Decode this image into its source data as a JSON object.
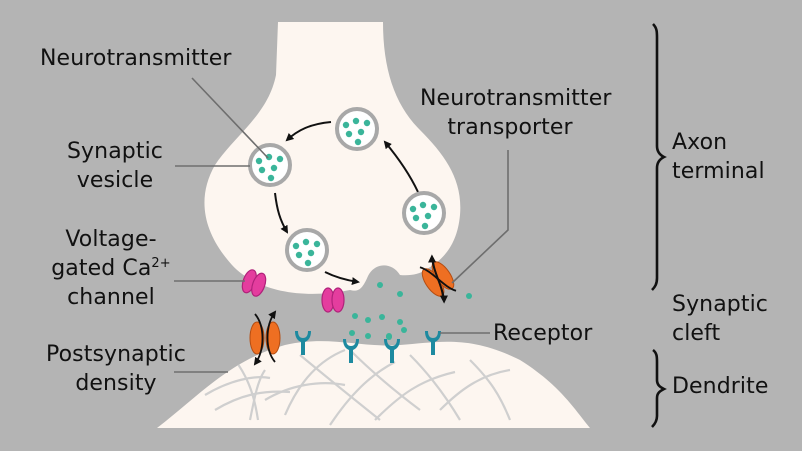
{
  "title": "Synapse structure diagram",
  "colors": {
    "background": "#b4b4b4",
    "cell": "#fdf6f0",
    "vesicle_fill": "#ffffff",
    "vesicle_border": "#a8a8a8",
    "neurotransmitter": "#3ab59a",
    "ca_channel": "#e43d9e",
    "transporter": "#ee6f22",
    "receptor": "#1d8aa0",
    "cytoskeleton": "#cfcfcf",
    "leader_line": "#6e6e6e",
    "text": "#111111"
  },
  "labels": {
    "neurotransmitter": "Neurotransmitter",
    "synaptic_vesicle_1": "Synaptic",
    "synaptic_vesicle_2": "vesicle",
    "ca_channel_1": "Voltage-",
    "ca_channel_2": "gated Ca",
    "ca_channel_sup": "2+",
    "ca_channel_3": "channel",
    "postsynaptic_density_1": "Postsynaptic",
    "postsynaptic_density_2": "density",
    "transporter_1": "Neurotransmitter",
    "transporter_2": "transporter",
    "receptor": "Receptor"
  },
  "regions": {
    "axon_terminal_1": "Axon",
    "axon_terminal_2": "terminal",
    "synaptic_cleft_1": "Synaptic",
    "synaptic_cleft_2": "cleft",
    "dendrite": "Dendrite"
  }
}
